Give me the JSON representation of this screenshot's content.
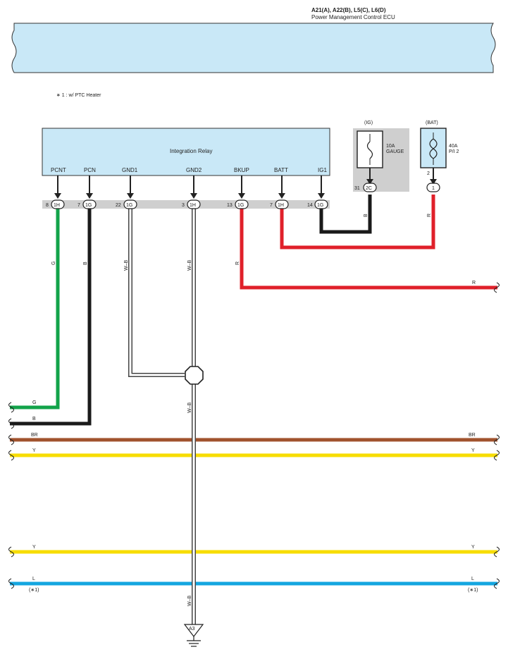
{
  "header": {
    "connector_codes": "A21(A), A22(B), L5(C), L6(D)",
    "component_name": "Power Management Control ECU"
  },
  "footnote": "∗ 1 : w/ PTC Heater",
  "relay": {
    "title": "Integration Relay",
    "pins": [
      {
        "name": "PCNT",
        "pin": "8",
        "connector": "1H"
      },
      {
        "name": "PCN",
        "pin": "7",
        "connector": "1G"
      },
      {
        "name": "GND1",
        "pin": "22",
        "connector": "1G"
      },
      {
        "name": "GND2",
        "pin": "3",
        "connector": "1H"
      },
      {
        "name": "BKUP",
        "pin": "13",
        "connector": "1G"
      },
      {
        "name": "BATT",
        "pin": "7",
        "connector": "1H"
      },
      {
        "name": "IG1",
        "pin": "14",
        "connector": "1G"
      }
    ]
  },
  "fuses": {
    "ig": {
      "circuit": "(IG)",
      "rating": "10A",
      "name": "GAUGE",
      "pin": "31",
      "connector": "2C"
    },
    "bat": {
      "circuit": "(BAT)",
      "rating": "40A",
      "name": "P/I 2",
      "pin": "2",
      "connector": "1"
    }
  },
  "wire_labels": {
    "pcnt": "G",
    "pcn": "B",
    "gnd1": "W–B",
    "gnd2": "W–B",
    "bkup": "R",
    "bkup_out": "R",
    "ig_to_ig1": "B",
    "bat_to_batt": "R",
    "ground_main": "W–B",
    "ground_lower": "W–B"
  },
  "buses": {
    "g": "G",
    "b": "B",
    "br_left": "BR",
    "br_right": "BR",
    "y1_left": "Y",
    "y1_right": "Y",
    "y2_left": "Y",
    "y2_right": "Y",
    "l_left": "L",
    "l_right": "L",
    "l_note_left": "(∗1)",
    "l_note_right": "(∗1)"
  },
  "ground_point": "A3",
  "colors": {
    "ecu_fill": "#c9e8f7",
    "green_wire": "#12a34a",
    "black_wire": "#1a1a1a",
    "red_wire": "#e0202a",
    "brown_wire": "#a0522d",
    "yellow_wire": "#f7dd00",
    "blue_wire": "#14a6e0",
    "connector_strip": "#cfcfcf",
    "fuse_box_bg": "#cfcfcf"
  }
}
